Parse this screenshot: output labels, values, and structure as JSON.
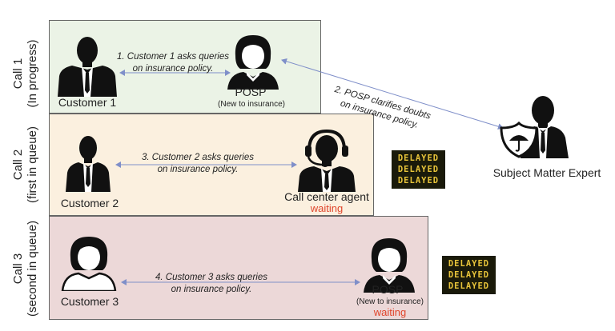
{
  "rows": [
    {
      "label_line1": "Call 1",
      "label_line2": "(In progress)"
    },
    {
      "label_line1": "Call 2",
      "label_line2": "(first in queue)"
    },
    {
      "label_line1": "Call 3",
      "label_line2": "(second in queue)"
    }
  ],
  "call1": {
    "customer": "Customer 1",
    "agent": "POSP",
    "agent_note": "(New to insurance)",
    "caption_line1": "1. Customer 1 asks queries",
    "caption_line2": "on insurance policy."
  },
  "expert_link": {
    "caption_line1": "2. POSP clarifies doubts",
    "caption_line2": "on insurance policy."
  },
  "expert": "Subject Matter Expert",
  "call2": {
    "customer": "Customer 2",
    "agent": "Call center agent",
    "status": "waiting",
    "caption_line1": "3. Customer 2 asks queries",
    "caption_line2": "on insurance policy."
  },
  "call3": {
    "customer": "Customer 3",
    "agent": "POSP",
    "agent_note": "(New to insurance)",
    "status": "waiting",
    "caption_line1": "4. Customer 3 asks queries",
    "caption_line2": "on insurance policy."
  },
  "delayed_board": [
    "DELAYED",
    "DELAYED",
    "DELAYED"
  ],
  "colors": {
    "waiting": "#e0452b",
    "arrow": "#7f8fc9",
    "board_text": "#e8c43a"
  }
}
